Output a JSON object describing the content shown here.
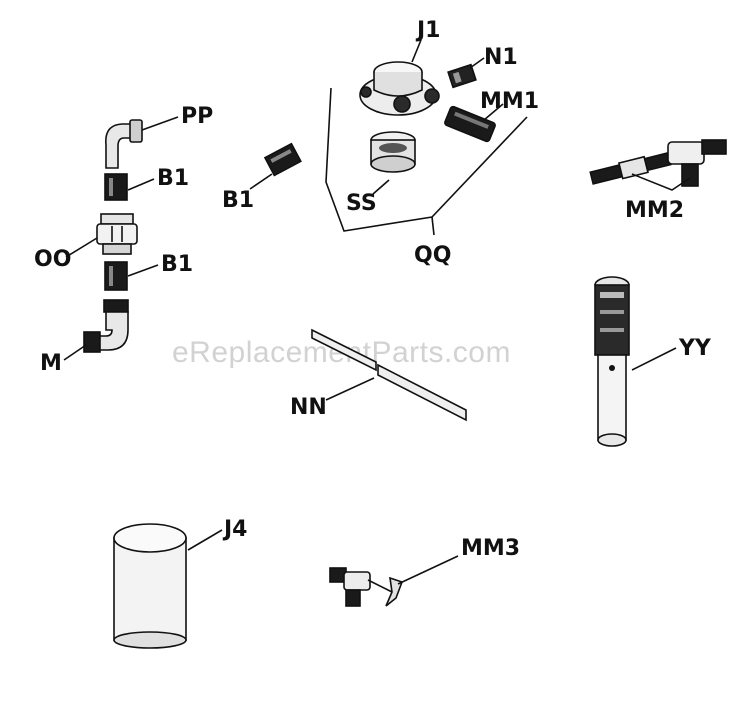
{
  "watermark": "eReplacementParts.com",
  "labels": {
    "J1": "J1",
    "N1": "N1",
    "MM1": "MM1",
    "PP": "PP",
    "B1_top": "B1",
    "B1_mid": "B1",
    "B1_left": "B1",
    "OO": "OO",
    "M": "M",
    "SS": "SS",
    "QQ": "QQ",
    "MM2": "MM2",
    "YY": "YY",
    "NN": "NN",
    "J4": "J4",
    "MM3": "MM3"
  }
}
